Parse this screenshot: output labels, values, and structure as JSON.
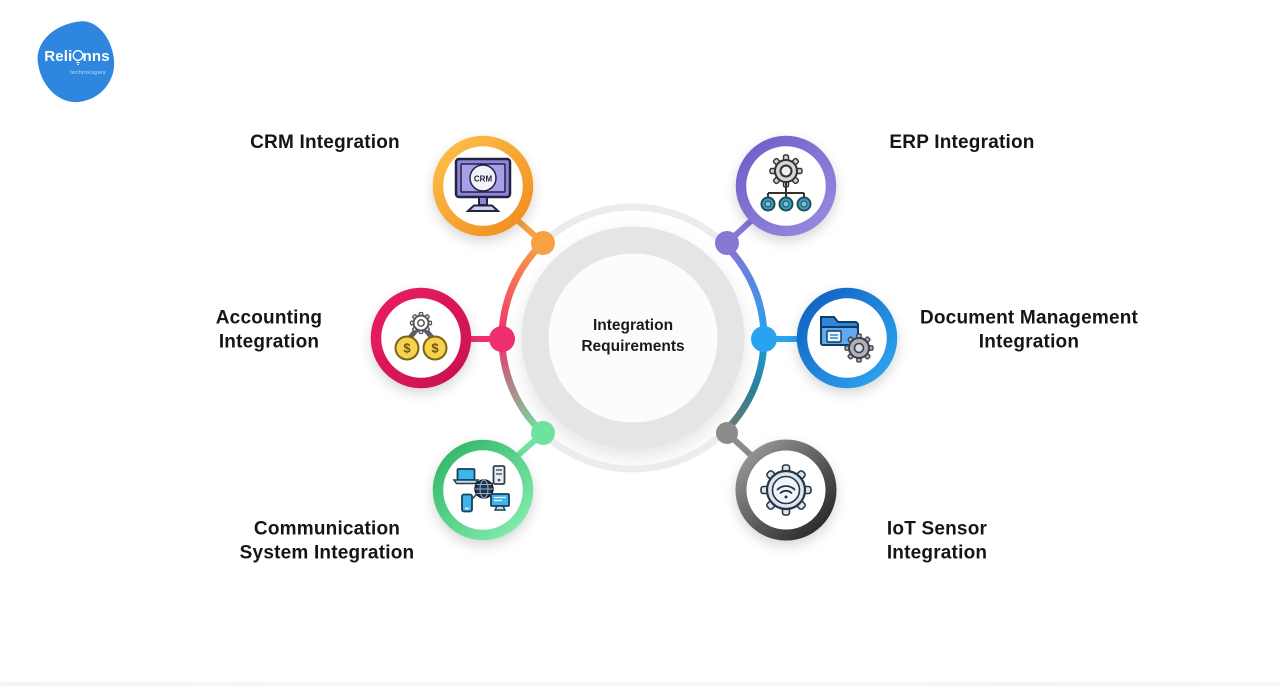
{
  "logo": {
    "brand_left": "Reli",
    "brand_right": "nns",
    "tagline": "technologies",
    "blob_color": "#2E86DE"
  },
  "center": {
    "title": "Integration\nRequirements",
    "outer_ring_color": "#ECECEE",
    "inner_ring_color": "#E5E5E7"
  },
  "nodes": [
    {
      "id": "crm",
      "label": "CRM Integration",
      "icon": "crm-monitor-icon",
      "ring_start": "#FDC04A",
      "ring_end": "#F18A1D",
      "dot_color": "#F6A243",
      "screen_text": "CRM"
    },
    {
      "id": "erp",
      "label": "ERP Integration",
      "icon": "erp-hierarchy-gear-icon",
      "ring_start": "#6F5FC8",
      "ring_end": "#9A8CE0",
      "dot_color": "#8677D4"
    },
    {
      "id": "accounting",
      "label": "Accounting\nIntegration",
      "icon": "dollar-coins-icon",
      "ring_start": "#E81F60",
      "ring_end": "#C90F4D",
      "dot_color": "#F0306E",
      "coin_symbol": "$"
    },
    {
      "id": "document",
      "label": "Document Management\nIntegration",
      "icon": "folder-gear-icon",
      "ring_start": "#0F5FC0",
      "ring_end": "#31AAF2",
      "dot_color": "#29A3EF"
    },
    {
      "id": "communication",
      "label": "Communication\nSystem Integration",
      "icon": "device-network-icon",
      "ring_start": "#2EB567",
      "ring_end": "#8DF2B4",
      "dot_color": "#6FE2A0"
    },
    {
      "id": "iot",
      "label": "IoT Sensor\nIntegration",
      "icon": "wifi-gear-icon",
      "ring_start": "#9E9E9E",
      "ring_end": "#1C1C1C",
      "dot_color": "#8B8B8B"
    }
  ]
}
